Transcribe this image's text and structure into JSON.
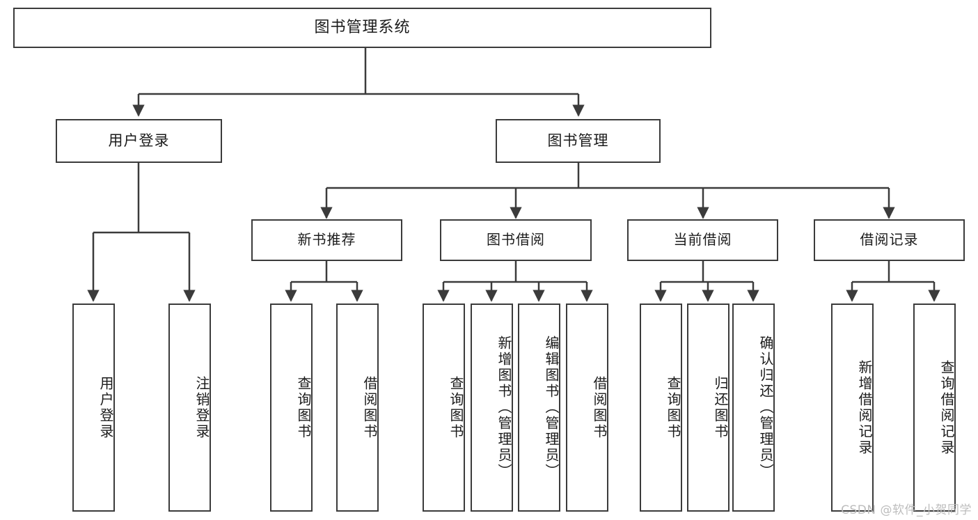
{
  "diagram": {
    "type": "tree-hierarchy",
    "title": "图书管理系统",
    "orientation": "top-down",
    "edge_style": "orthogonal-arrow",
    "colors": {
      "stroke": "#3b3b3b",
      "fill": "#ffffff",
      "text": "#1b1b1b",
      "watermark": "#bdbdbd"
    }
  },
  "nodes": {
    "root": {
      "label": "图书管理系统"
    },
    "level2": [
      {
        "label": "用户登录"
      },
      {
        "label": "图书管理"
      }
    ],
    "level3": [
      {
        "label": "新书推荐"
      },
      {
        "label": "图书借阅"
      },
      {
        "label": "当前借阅"
      },
      {
        "label": "借阅记录"
      }
    ],
    "leaves": [
      {
        "label": "用户登录",
        "parent": "用户登录"
      },
      {
        "label": "注销登录",
        "parent": "用户登录"
      },
      {
        "label": "查询图书",
        "parent": "新书推荐"
      },
      {
        "label": "借阅图书",
        "parent": "新书推荐"
      },
      {
        "label": "查询图书",
        "parent": "图书借阅"
      },
      {
        "label": "新增图书（管理员）",
        "parent": "图书借阅"
      },
      {
        "label": "编辑图书（管理员）",
        "parent": "图书借阅"
      },
      {
        "label": "借阅图书",
        "parent": "图书借阅"
      },
      {
        "label": "查询图书",
        "parent": "当前借阅"
      },
      {
        "label": "归还图书",
        "parent": "当前借阅"
      },
      {
        "label": "确认归还（管理员）",
        "parent": "当前借阅"
      },
      {
        "label": "新增借阅记录",
        "parent": "借阅记录"
      },
      {
        "label": "查询借阅记录",
        "parent": "借阅记录"
      }
    ]
  },
  "watermark": {
    "text": "CSDN @软件_小贺同学"
  }
}
